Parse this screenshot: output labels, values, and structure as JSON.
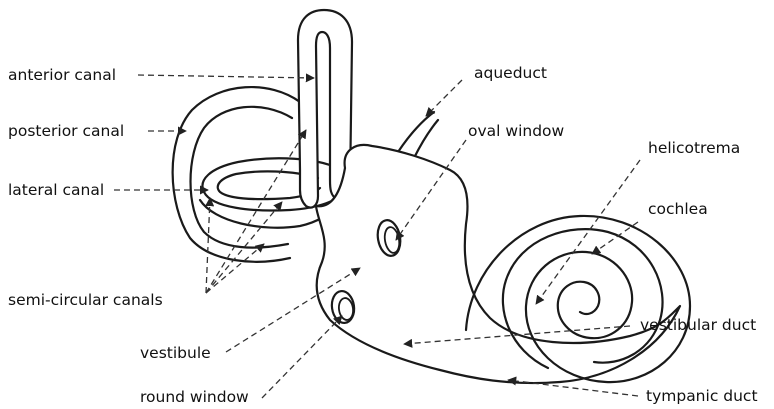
{
  "labels": {
    "anterior_canal": "anterior canal",
    "posterior_canal": "posterior canal",
    "lateral_canal": "lateral canal",
    "semi_circular_canals": "semi-circular canals",
    "vestibule": "vestibule",
    "round_window": "round window",
    "aqueduct": "aqueduct",
    "oval_window": "oval window",
    "helicotrema": "helicotrema",
    "cochlea": "cochlea",
    "vestibular_duct": "vestibular duct",
    "tympanic_duct": "tympanic duct"
  },
  "colors": {
    "line": "#1a1a1a",
    "leader": "#333333",
    "background": "#ffffff"
  }
}
